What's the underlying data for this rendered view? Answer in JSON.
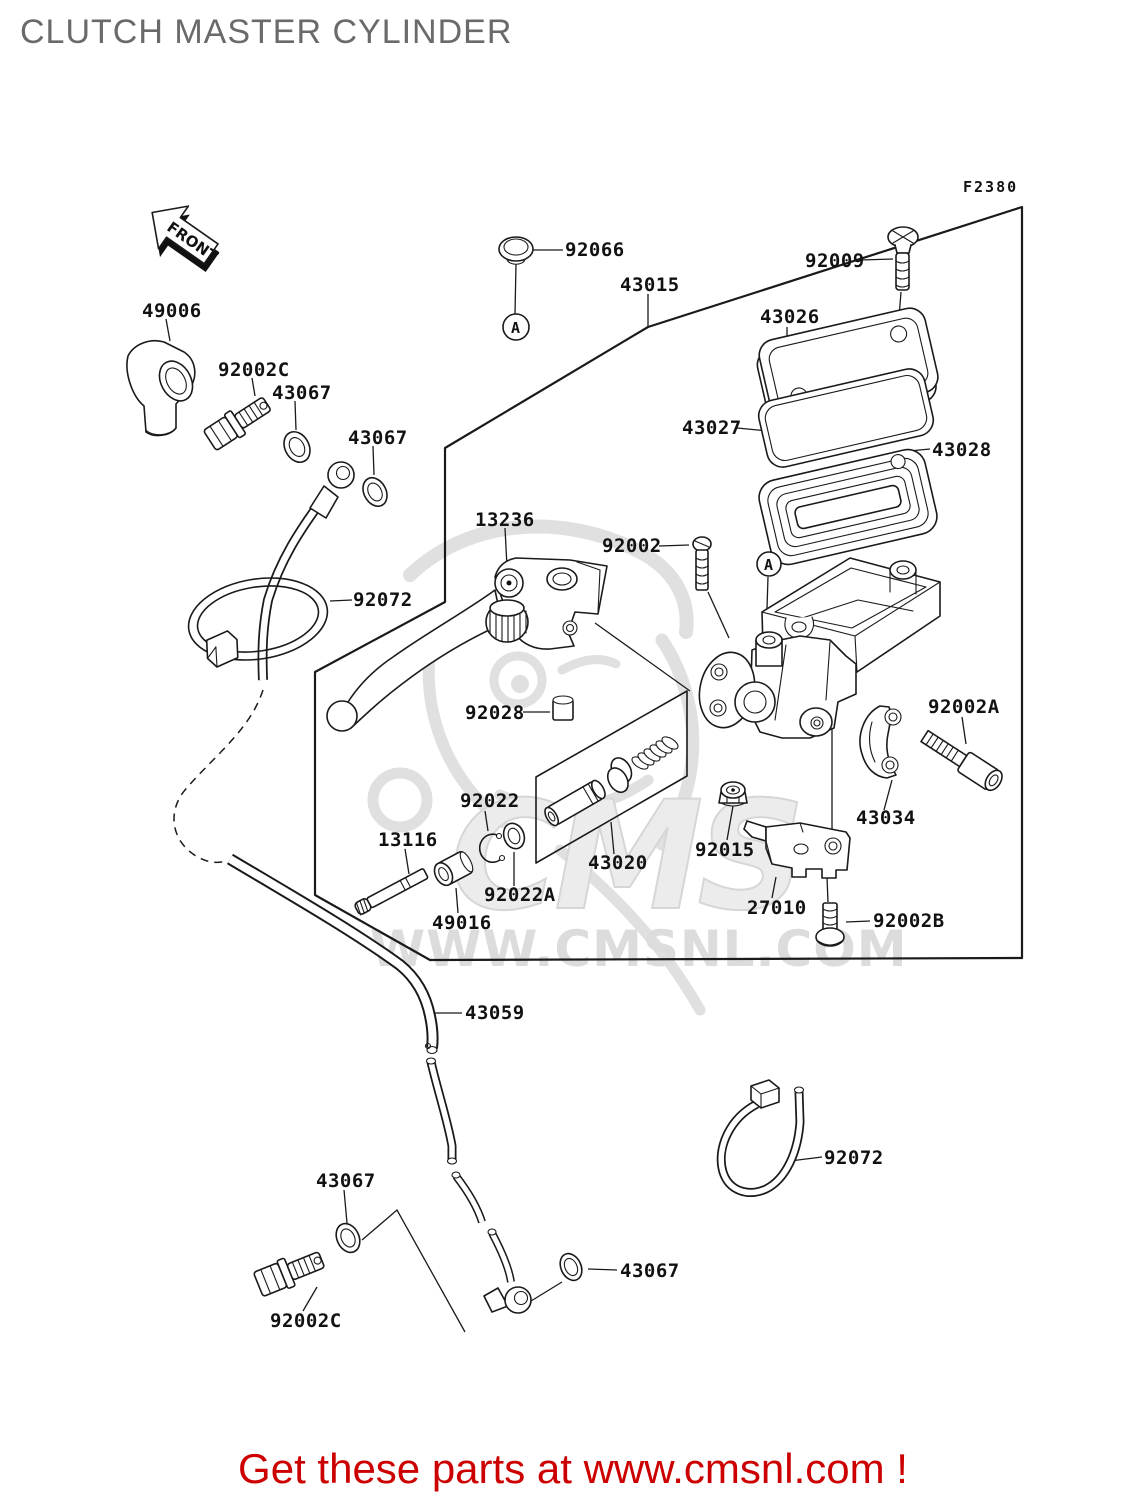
{
  "title": "CLUTCH MASTER CYLINDER",
  "diagram_code": "F2380",
  "front_marker": "FRONT",
  "detail_marker": "A",
  "watermark": {
    "logo": "CMS",
    "url": "WWW.CMSNL.COM"
  },
  "footer": {
    "text": "Get these parts at www.cmsnl.com !",
    "color": "#cc0000"
  },
  "part_labels": [
    {
      "number": "92066"
    },
    {
      "number": "43015"
    },
    {
      "number": "92009"
    },
    {
      "number": "43026"
    },
    {
      "number": "43027"
    },
    {
      "number": "43028"
    },
    {
      "number": "49006"
    },
    {
      "number": "92002C"
    },
    {
      "number": "43067"
    },
    {
      "number": "43067"
    },
    {
      "number": "13236"
    },
    {
      "number": "92002"
    },
    {
      "number": "92072"
    },
    {
      "number": "92028"
    },
    {
      "number": "92002A"
    },
    {
      "number": "43034"
    },
    {
      "number": "92022"
    },
    {
      "number": "13116"
    },
    {
      "number": "92022A"
    },
    {
      "number": "49016"
    },
    {
      "number": "43020"
    },
    {
      "number": "92015"
    },
    {
      "number": "27010"
    },
    {
      "number": "92002B"
    },
    {
      "number": "43059"
    },
    {
      "number": "92072"
    },
    {
      "number": "43067"
    },
    {
      "number": "92002C"
    },
    {
      "number": "43067"
    }
  ]
}
